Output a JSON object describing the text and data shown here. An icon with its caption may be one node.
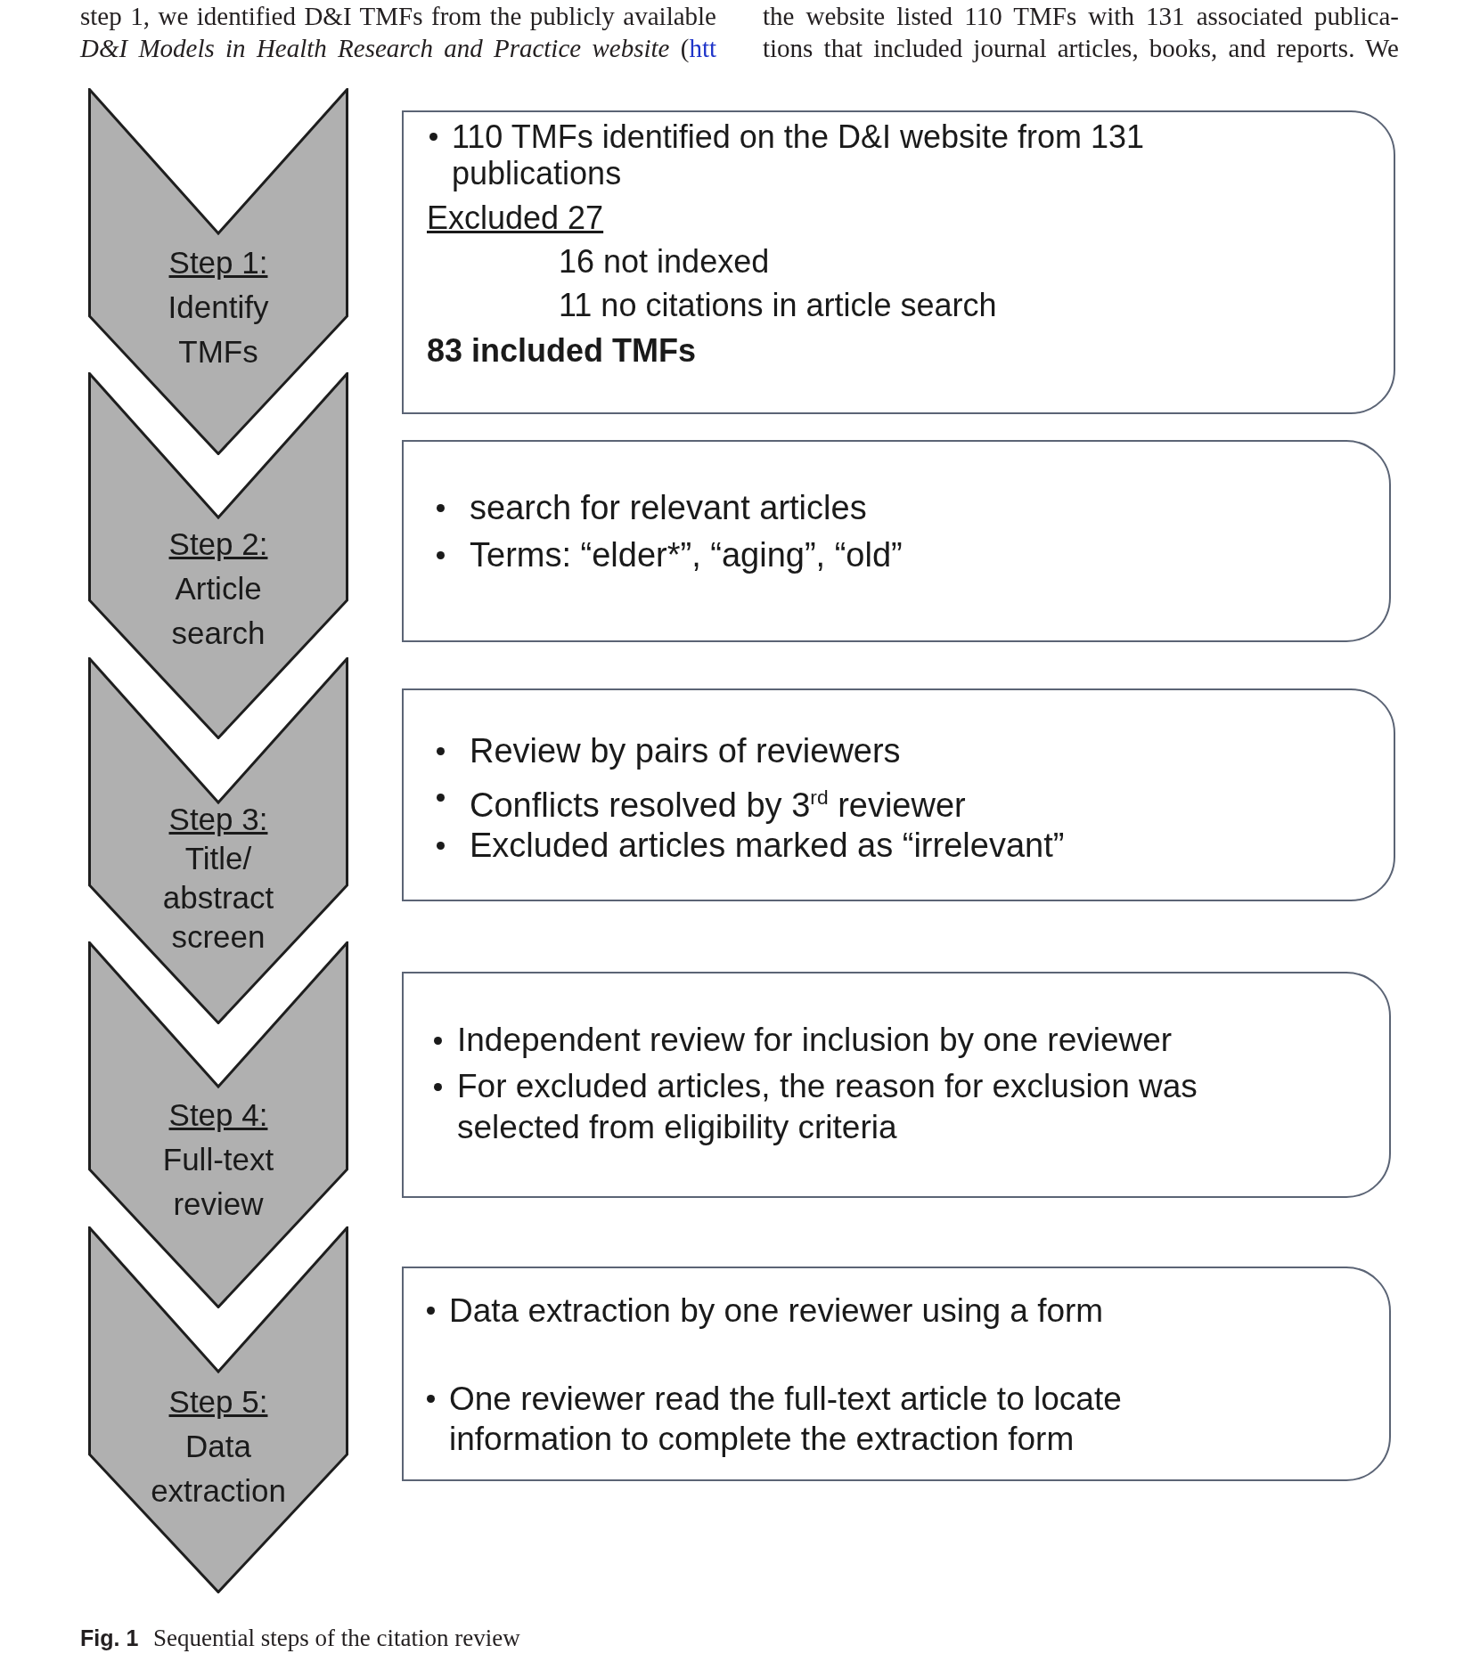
{
  "diagram": {
    "caption": "**Fig. 1** Sequential steps of the citation review",
    "nodes": [
      {
        "text": [
          "Step 1:",
          "Identify TMFs"
        ]
      },
      {
        "text": [
          "110 TMFs identified on the D&I website from 131 publications",
          "Excluded 27",
          "16 not indexed",
          "11 no citations in article search",
          "83 included TMFs"
        ]
      },
      {
        "text": [
          "Step 2:",
          "Article search"
        ]
      },
      {
        "text": [
          "search for relevant articles",
          "Terms: “elder*”, “aging”, “old”"
        ]
      },
      {
        "text": [
          "Step 3:",
          "Title/ abstract screen"
        ]
      },
      {
        "text": [
          "Review by pairs of reviewers",
          "Conflicts resolved by 3$^{rd}$ reviewer",
          "Excluded articles marked as “irrelevant”"
        ]
      },
      {
        "text": [
          "Step 4:",
          "Full-text review"
        ]
      },
      {
        "text": [
          "Independent review for inclusion by one reviewer",
          "For excluded articles, the reason for exclusion was selected from eligibility criteria"
        ]
      },
      {
        "text": [
          "Step 5:",
          "Data extraction"
        ]
      },
      {
        "text": [
          "Data extraction by one reviewer using a form",
          "One reviewer read the full-text article to locate information to complete the extraction form"
        ]
      }
    ],
    "labels": [
      "step 1, we identified D&I TMFs from the publicly available *D&I Models in Health Research and Practice website* (",
      "htt",
      "the website listed 110 TMFs with 131 associated publica- tions that included journal articles, books, and reports. We"
    ]
  }
}
